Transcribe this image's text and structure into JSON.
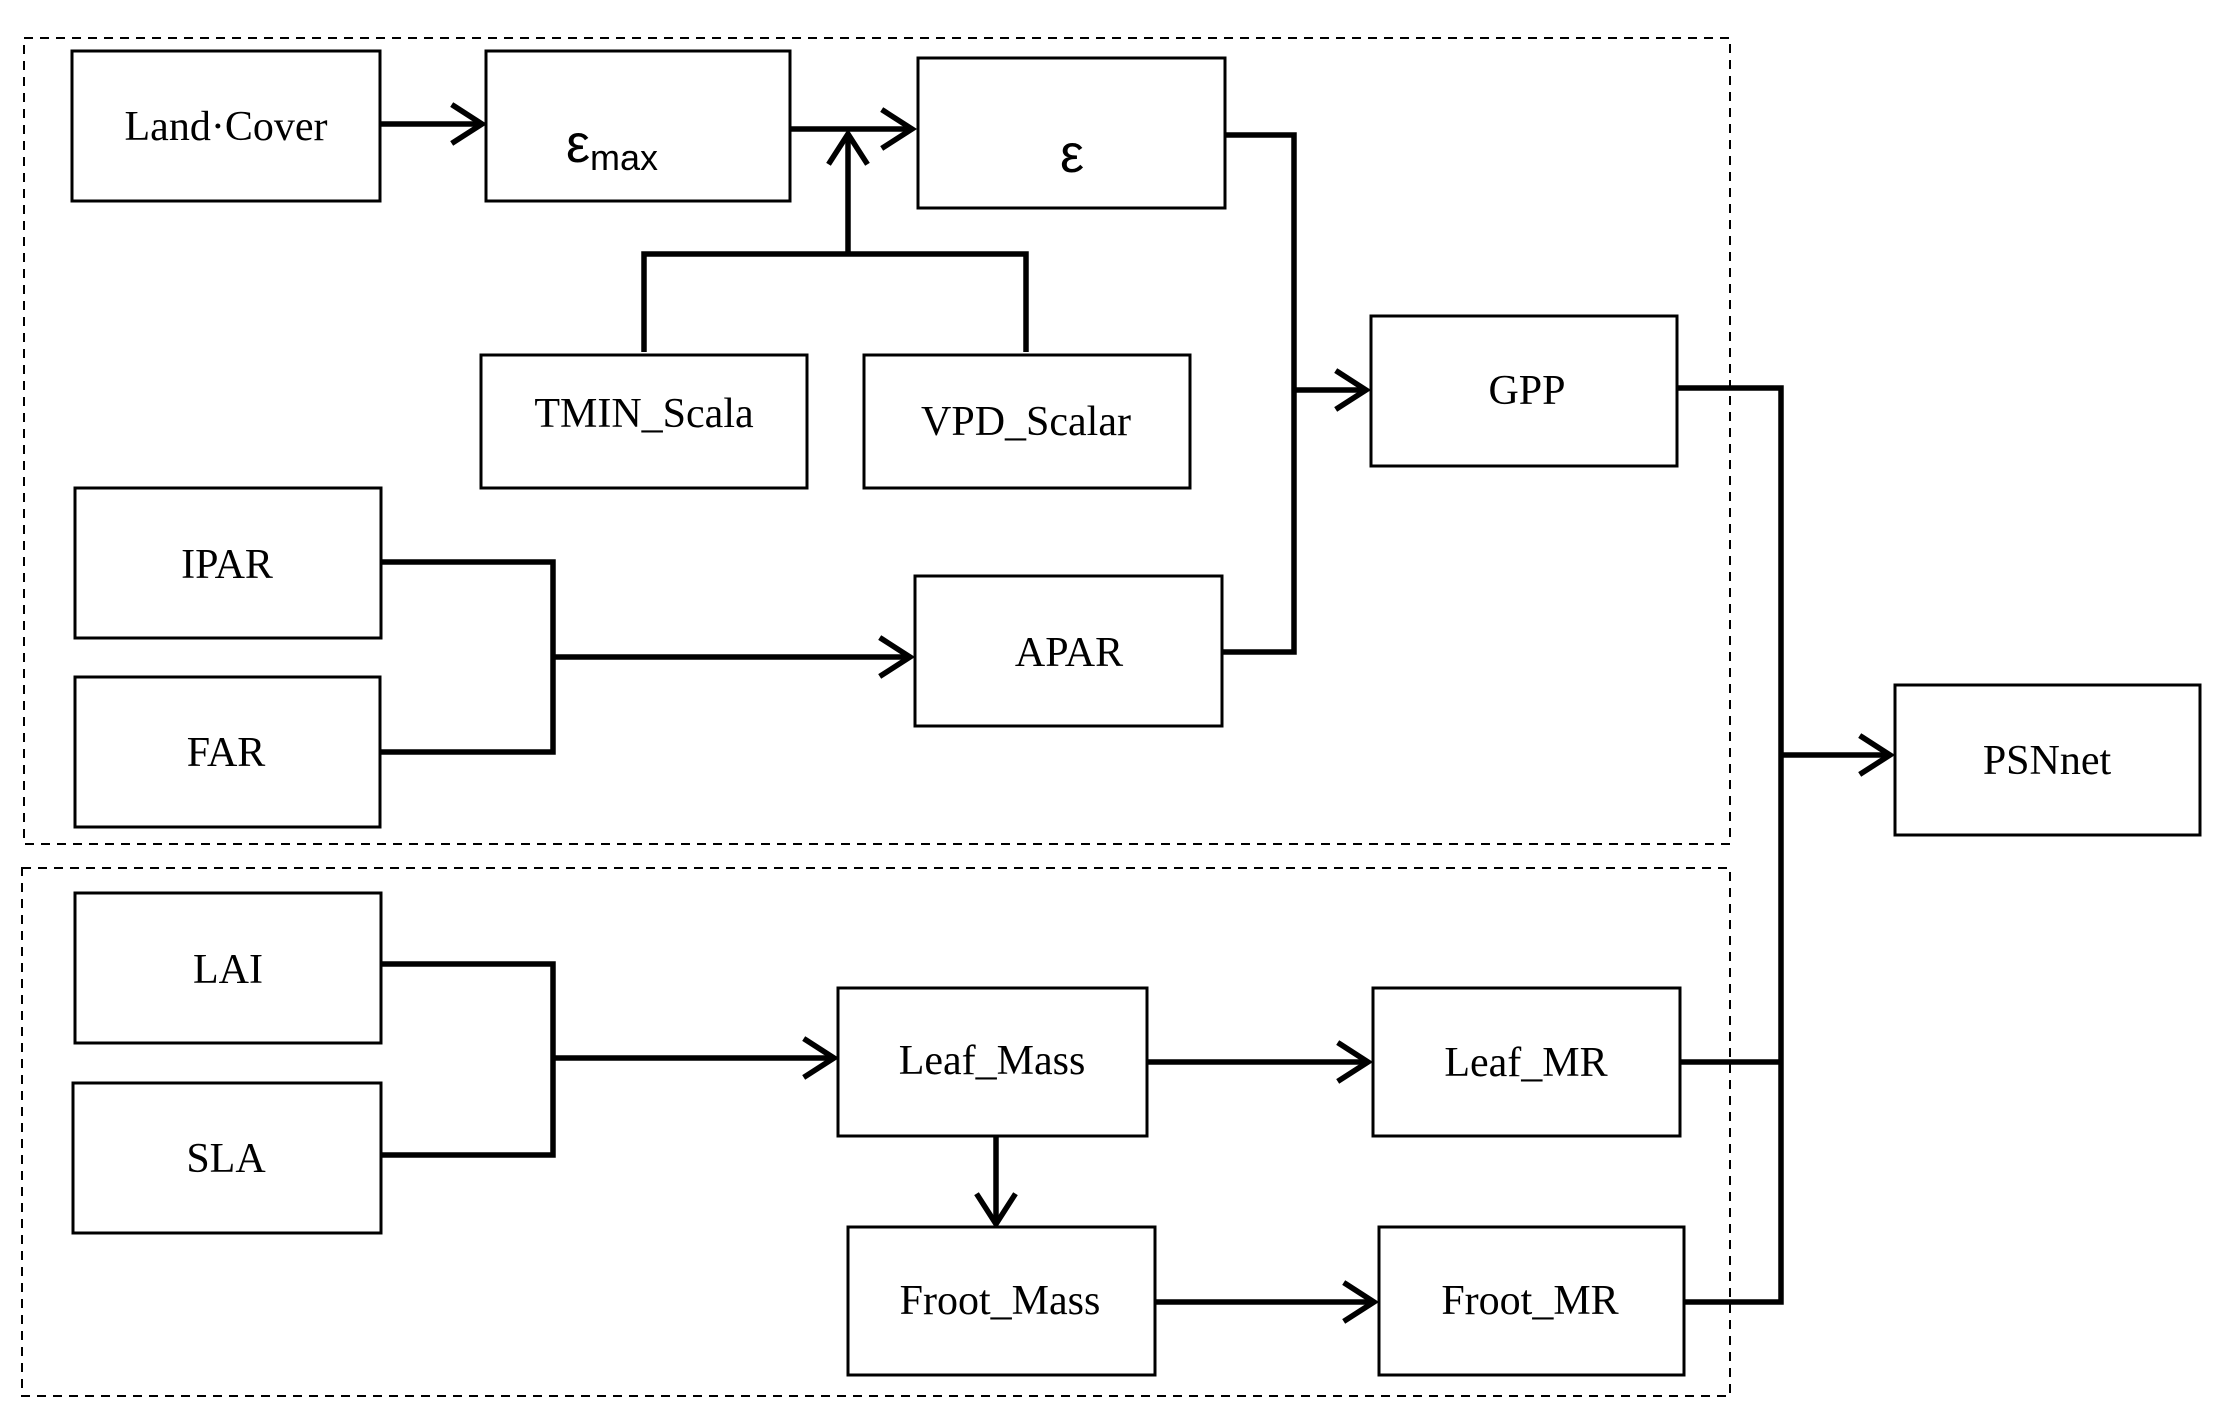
{
  "diagram": {
    "nodes": {
      "land_cover": "Land·Cover",
      "epsilon_max_symbol": "ε",
      "epsilon_max_subscript": "max",
      "epsilon": "ε",
      "tmin_scala": "TMIN_Scala",
      "vpd_scalar": "VPD_Scalar",
      "gpp": "GPP",
      "ipar": "IPAR",
      "far": "FAR",
      "apar": "APAR",
      "psnnet": "PSNnet",
      "lai": "LAI",
      "sla": "SLA",
      "leaf_mass": "Leaf_Mass",
      "leaf_mr": "Leaf_MR",
      "froot_mass": "Froot_Mass",
      "froot_mr": "Froot_MR"
    }
  }
}
